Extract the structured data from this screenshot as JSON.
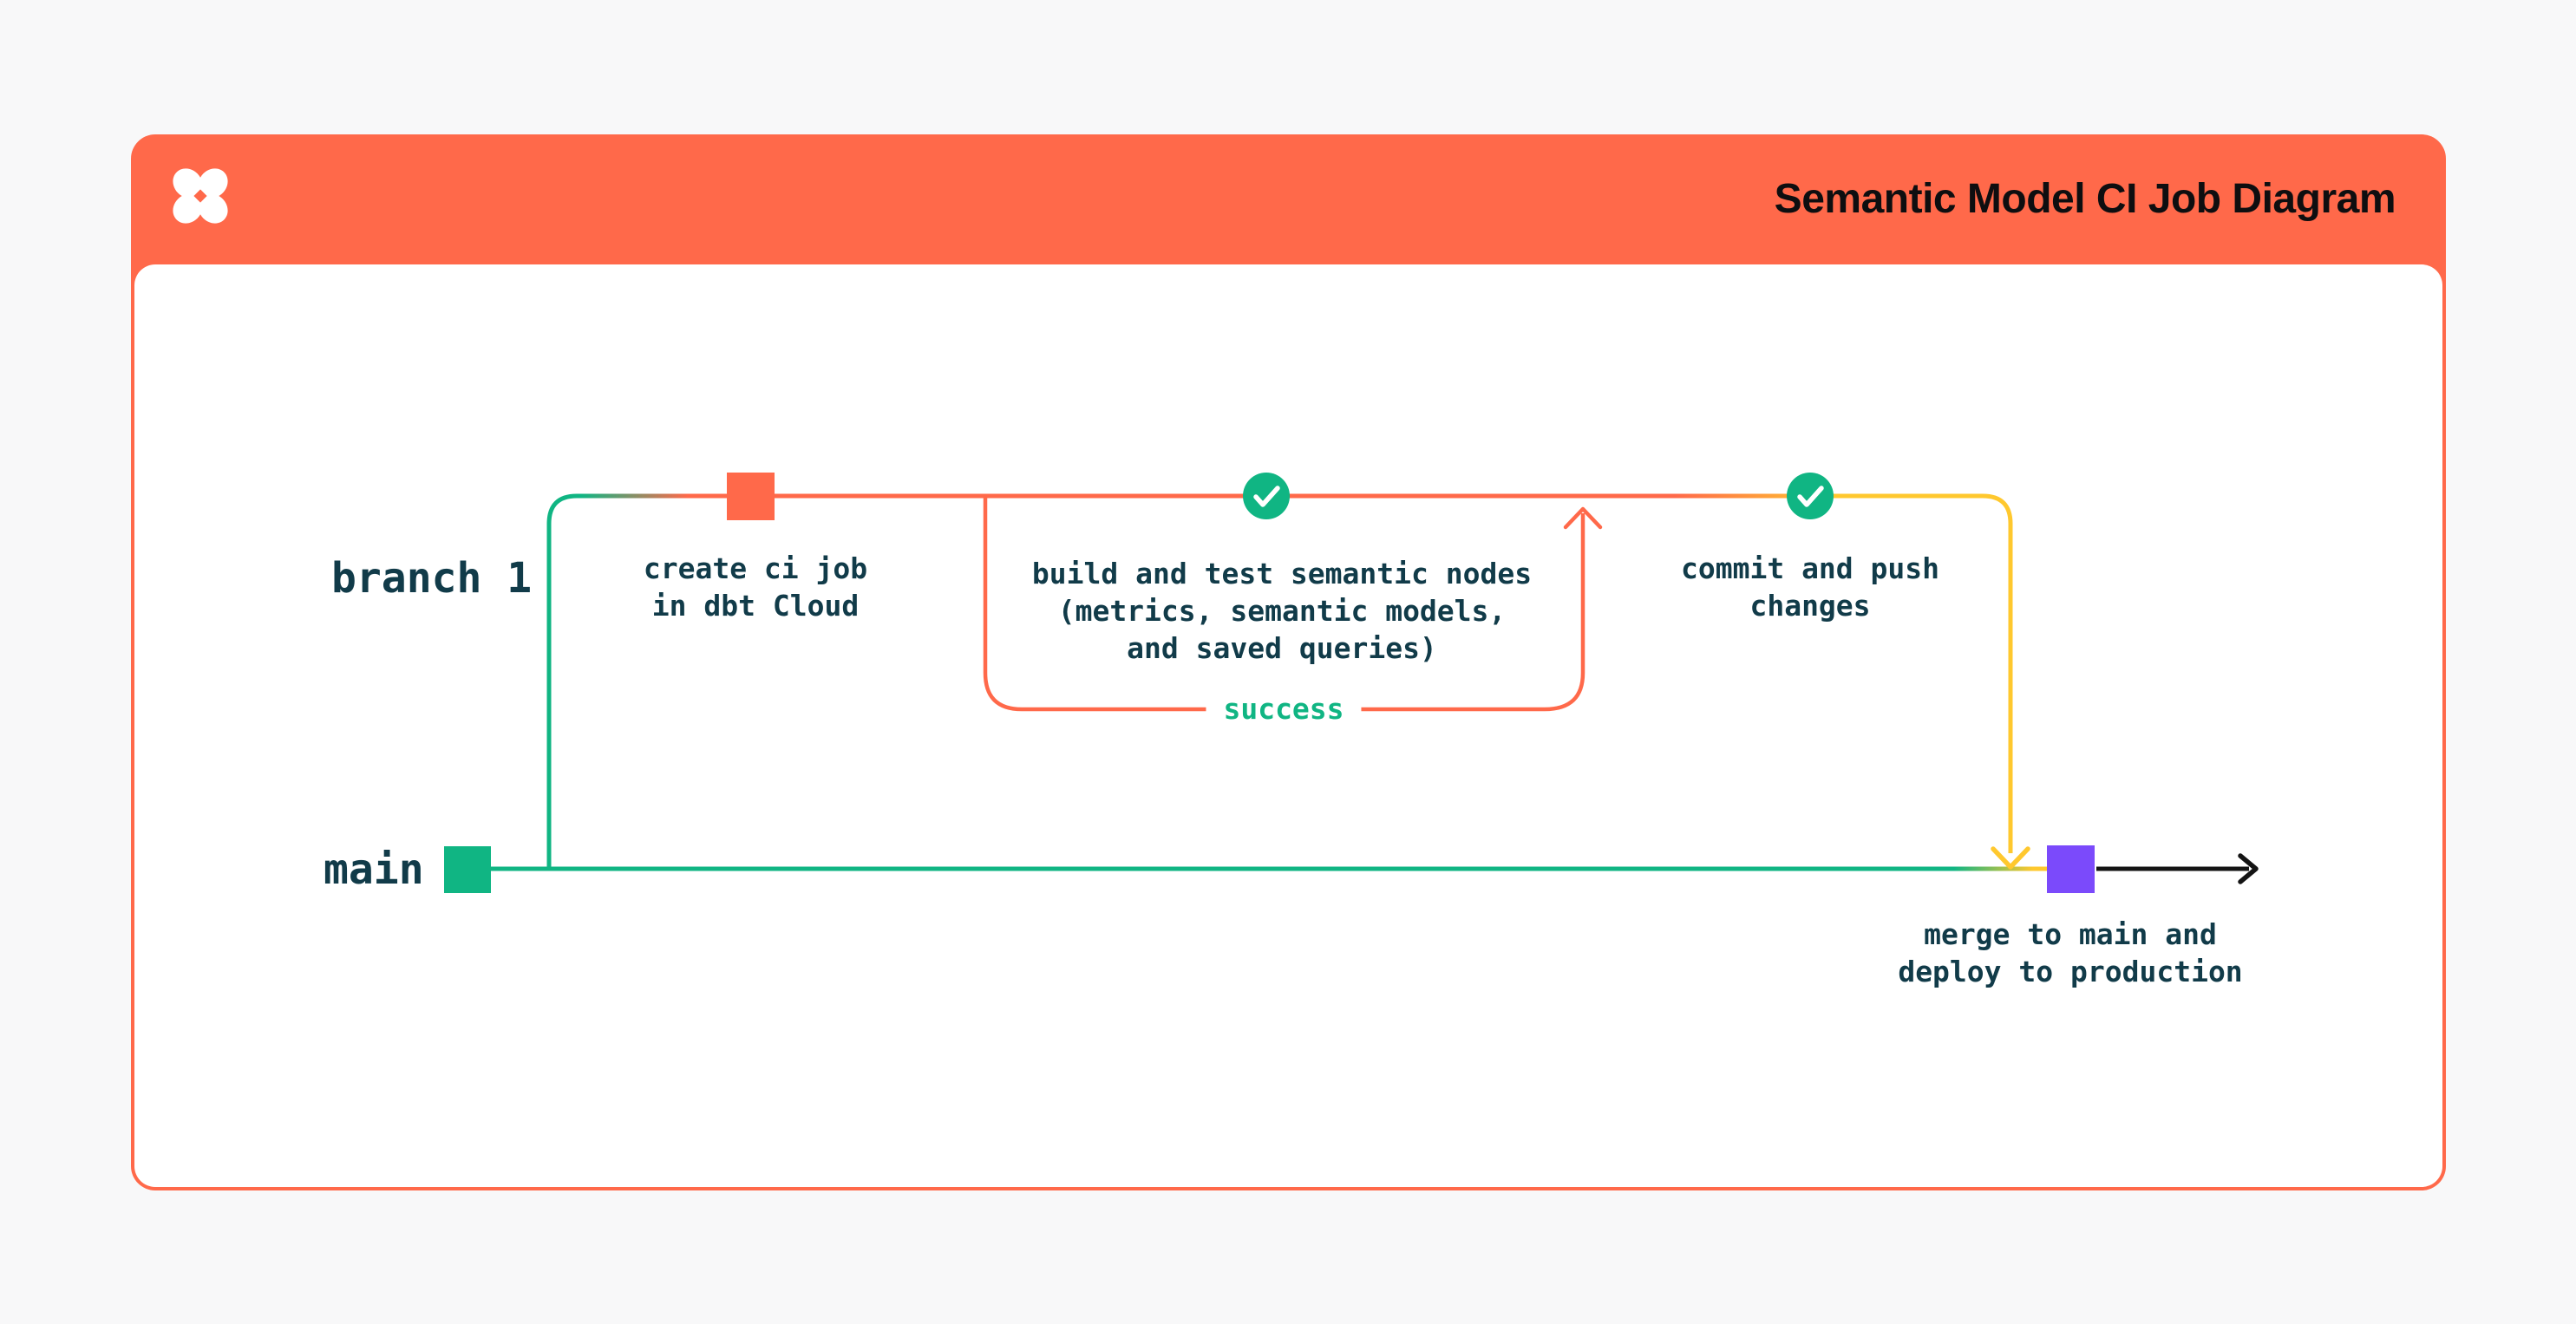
{
  "header": {
    "title": "Semantic Model CI Job Diagram",
    "logo_icon": "dbt-logo",
    "background": "#FF694A"
  },
  "branches": {
    "feature_label": "branch 1",
    "main_label": "main"
  },
  "steps": {
    "create_ci": {
      "label": "create ci job\nin dbt Cloud",
      "marker": "commit-square-orange"
    },
    "build_test": {
      "label": "build and test semantic nodes\n(metrics, semantic models,\nand saved queries)",
      "marker": "check-circle-green"
    },
    "commit_push": {
      "label": "commit and push\nchanges",
      "marker": "check-circle-green"
    },
    "merge_deploy": {
      "label": "merge to main and\ndeploy to production",
      "marker": "commit-square-purple"
    }
  },
  "loop": {
    "label": "success"
  },
  "colors": {
    "orange": "#FF694A",
    "teal_green": "#10B583",
    "yellow": "#FFC82E",
    "purple": "#7B4AFB",
    "ink_text": "#113B49",
    "title_text": "#0E0E10",
    "card_bg": "#FFFFFF",
    "page_bg": "#F8F8F9",
    "arrow_black": "#141414"
  }
}
